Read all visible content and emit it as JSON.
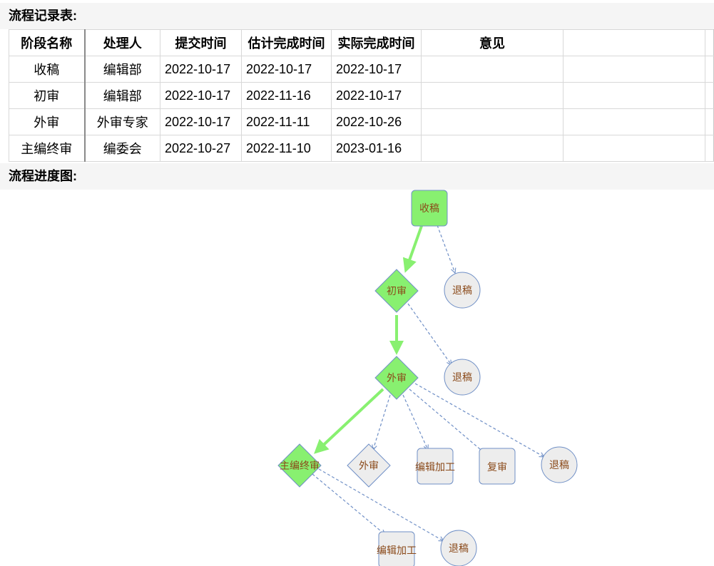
{
  "record_section": {
    "title": "流程记录表:"
  },
  "table": {
    "headers": [
      "阶段名称",
      "处理人",
      "提交时间",
      "估计完成时间",
      "实际完成时间",
      "意见",
      "",
      ""
    ],
    "rows": [
      [
        "收稿",
        "编辑部",
        "2022-10-17",
        "2022-10-17",
        "2022-10-17",
        "",
        "",
        ""
      ],
      [
        "初审",
        "编辑部",
        "2022-10-17",
        "2022-11-16",
        "2022-10-17",
        "",
        "",
        ""
      ],
      [
        "外审",
        "外审专家",
        "2022-10-17",
        "2022-11-11",
        "2022-10-26",
        "",
        "",
        ""
      ],
      [
        "主编终审",
        "编委会",
        "2022-10-27",
        "2022-11-10",
        "2023-01-16",
        "",
        "",
        ""
      ]
    ]
  },
  "progress_section": {
    "title": "流程进度图:"
  },
  "flowchart": {
    "colors": {
      "active_fill": "#88f070",
      "inactive_fill": "#ededed",
      "node_stroke": "#6f8fc6",
      "active_edge": "#88f070",
      "inactive_edge": "#6f8fc6",
      "label": "#8b4a1a"
    },
    "nodes": {
      "n_shougao": {
        "label": "收稿",
        "shape": "rounded-rect",
        "state": "done"
      },
      "n_tuigao_1": {
        "label": "退稿",
        "shape": "circle",
        "state": "pending"
      },
      "n_chushen": {
        "label": "初审",
        "shape": "diamond",
        "state": "done"
      },
      "n_tuigao_2": {
        "label": "退稿",
        "shape": "circle",
        "state": "pending"
      },
      "n_waishen": {
        "label": "外审",
        "shape": "diamond",
        "state": "done"
      },
      "n_zhubian": {
        "label": "主编终审",
        "shape": "diamond",
        "state": "done"
      },
      "n_waishen_2": {
        "label": "外审",
        "shape": "diamond",
        "state": "pending"
      },
      "n_bianji_1": {
        "label": "编辑加工",
        "shape": "rounded-rect",
        "state": "pending"
      },
      "n_fushen": {
        "label": "复审",
        "shape": "rounded-rect",
        "state": "pending"
      },
      "n_tuigao_3": {
        "label": "退稿",
        "shape": "circle",
        "state": "pending"
      },
      "n_bianji_2": {
        "label": "编辑加工",
        "shape": "rounded-rect",
        "state": "pending"
      },
      "n_tuigao_4": {
        "label": "退稿",
        "shape": "circle",
        "state": "pending"
      }
    }
  }
}
